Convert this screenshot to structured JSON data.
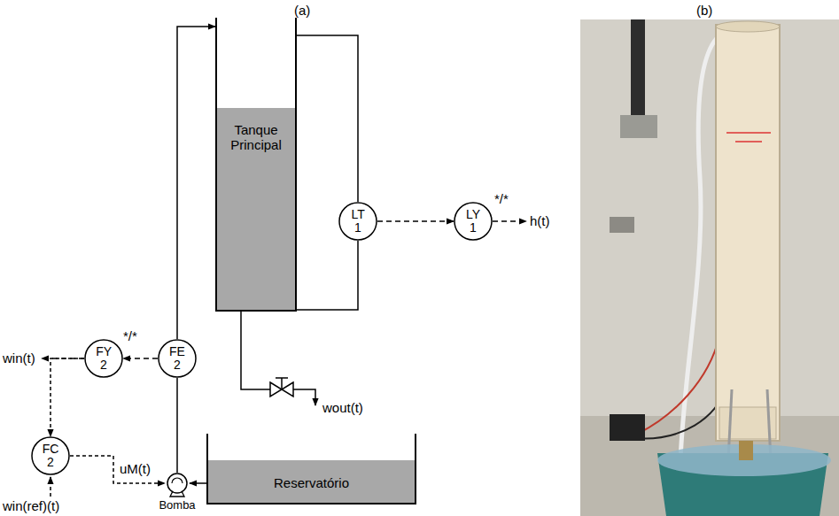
{
  "diagram": {
    "nodes": [
      {
        "text": [
          "Tanque Principal"
        ]
      },
      {
        "text": [
          "LT 1"
        ]
      },
      {
        "text": [
          "LY 1"
        ]
      },
      {
        "text": [
          "FY 2"
        ]
      },
      {
        "text": [
          "FE 2"
        ]
      },
      {
        "text": [
          "FC 2"
        ]
      },
      {
        "text": [
          "Bomba"
        ]
      },
      {
        "text": [
          "Reservatório"
        ]
      }
    ],
    "edges": [
      {
        "from": 0,
        "to": 1,
        "arrow": "none"
      },
      {
        "from": 0,
        "to": 1,
        "arrow": "none"
      },
      {
        "from": 1,
        "to": 2,
        "arrow": "to"
      },
      {
        "from": 4,
        "to": 3,
        "arrow": "to"
      },
      {
        "from": 3,
        "to": 5,
        "arrow": "to"
      },
      {
        "from": 5,
        "to": 6,
        "arrow": "to",
        "label": "uM(t)"
      },
      {
        "from": 6,
        "to": 4,
        "arrow": "none"
      },
      {
        "from": 4,
        "to": 0,
        "arrow": "to"
      },
      {
        "from": 7,
        "to": 6,
        "arrow": "to"
      }
    ],
    "labels": [
      "(a)",
      "(b)",
      "*/*",
      "h(t)",
      "*/*",
      "win(t)",
      "wout(t)",
      "win(ref)(t)"
    ]
  }
}
